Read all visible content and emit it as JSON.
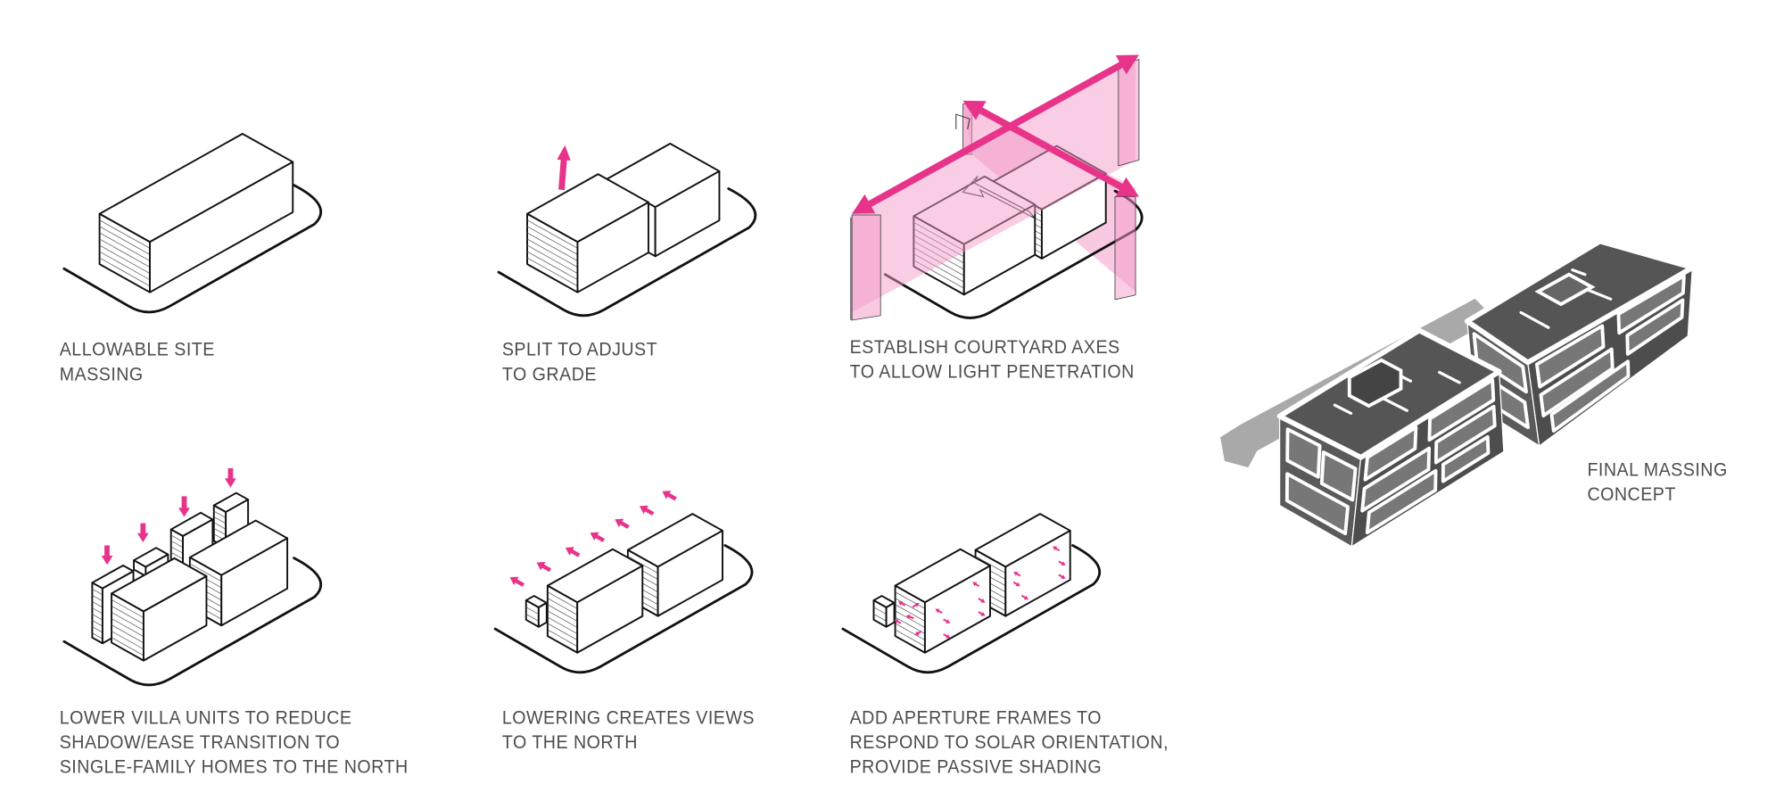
{
  "panels": [
    {
      "caption": [
        "ALLOWABLE SITE",
        "MASSING"
      ]
    },
    {
      "caption": [
        "SPLIT TO ADJUST",
        "TO GRADE"
      ]
    },
    {
      "caption": [
        "ESTABLISH COURTYARD AXES",
        "TO ALLOW LIGHT PENETRATION"
      ]
    },
    {
      "caption": [
        "LOWER VILLA UNITS TO REDUCE",
        "SHADOW/EASE TRANSITION TO",
        "SINGLE-FAMILY HOMES TO THE NORTH"
      ]
    },
    {
      "caption": [
        "LOWERING CREATES VIEWS",
        "TO THE NORTH"
      ]
    },
    {
      "caption": [
        "ADD APERTURE FRAMES TO",
        "RESPOND TO SOLAR ORIENTATION,",
        "PROVIDE PASSIVE SHADING"
      ]
    },
    {
      "caption": [
        "FINAL MASSING",
        "CONCEPT"
      ]
    }
  ],
  "colors": {
    "accent": "#e8338a",
    "plane": "#f49cc8",
    "ink": "#111111",
    "text": "#4d4d4d",
    "massing": "#555555",
    "massing_back": "#a9a9a9"
  }
}
